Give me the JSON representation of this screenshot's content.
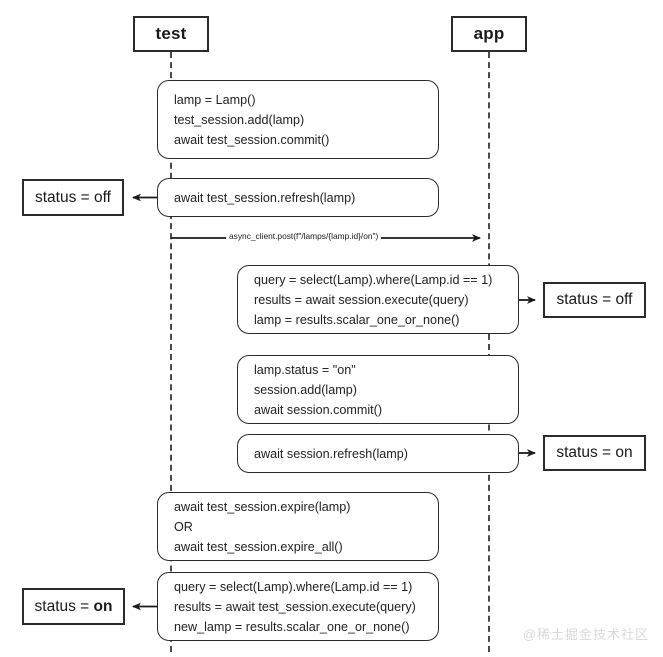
{
  "diagram": {
    "title": "test / app sequence diagram",
    "watermark": "@稀土掘金技术社区",
    "colors": {
      "stroke": "#2b2b2b",
      "lifeline": "#4a4a4a",
      "text": "#222222",
      "background": "#ffffff",
      "watermark": "#d9d9d9"
    }
  },
  "actors": [
    {
      "id": "test",
      "label": "test"
    },
    {
      "id": "app",
      "label": "app"
    }
  ],
  "messages": [
    {
      "id": "post-lamp-on",
      "label": "async_client.post(f\"/lamps/{lamp.id}/on\")",
      "from": "test",
      "to": "app"
    }
  ],
  "code_blocks": [
    {
      "id": "test-create-lamp",
      "lane": "test",
      "lines": [
        "lamp = Lamp()",
        "test_session.add(lamp)",
        "await test_session.commit()"
      ]
    },
    {
      "id": "test-refresh-lamp",
      "lane": "test",
      "lines": [
        "await test_session.refresh(lamp)"
      ]
    },
    {
      "id": "app-query-lamp",
      "lane": "app",
      "lines": [
        "query = select(Lamp).where(Lamp.id == 1)",
        "results = await session.execute(query)",
        "lamp = results.scalar_one_or_none()"
      ]
    },
    {
      "id": "app-set-status-on",
      "lane": "app",
      "lines": [
        "lamp.status = \"on\"",
        "session.add(lamp)",
        "await session.commit()"
      ]
    },
    {
      "id": "app-refresh-lamp",
      "lane": "app",
      "lines": [
        "await session.refresh(lamp)"
      ]
    },
    {
      "id": "test-expire",
      "lane": "test",
      "lines": [
        "await test_session.expire(lamp)",
        "OR",
        "await test_session.expire_all()"
      ]
    },
    {
      "id": "test-requery",
      "lane": "test",
      "lines": [
        "query = select(Lamp).where(Lamp.id == 1)",
        "results = await test_session.execute(query)",
        "new_lamp = results.scalar_one_or_none()"
      ]
    }
  ],
  "status_notes": [
    {
      "id": "status-off-test",
      "prefix": "status = ",
      "value": "off",
      "bold": false,
      "side": "left"
    },
    {
      "id": "status-off-app",
      "prefix": "status = ",
      "value": "off",
      "bold": false,
      "side": "right"
    },
    {
      "id": "status-on-app",
      "prefix": "status = ",
      "value": "on",
      "bold": false,
      "side": "right"
    },
    {
      "id": "status-on-test",
      "prefix": "status = ",
      "value": "on",
      "bold": true,
      "side": "left"
    }
  ]
}
